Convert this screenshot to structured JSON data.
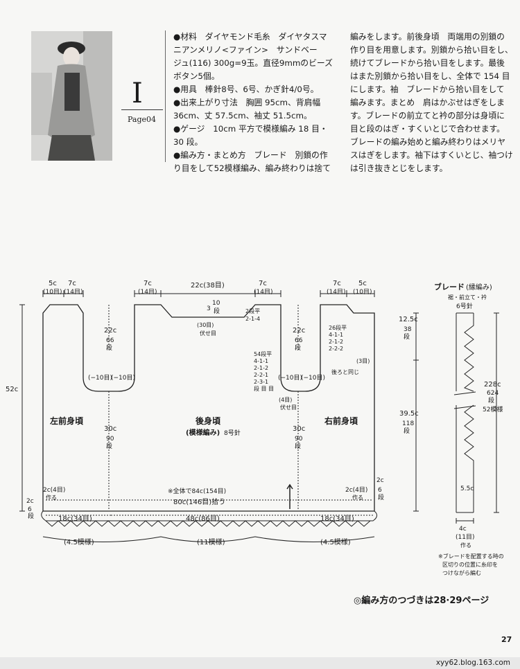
{
  "header": {
    "pattern_letter": "I",
    "page_ref": "Page04"
  },
  "text_col1": [
    "●材料　ダイヤモンド毛糸　ダイヤタスマ",
    "ニアンメリノ<ファイン>　サンドベー",
    "ジュ(116) 300g=9玉。直径9mmのビーズ",
    "ボタン5個。",
    "●用具　棒針8号、6号、かぎ針4/0号。",
    "●出来上がり寸法　胸囲 95cm、背肩幅",
    "36cm、丈 57.5cm、袖丈 51.5cm。",
    "●ゲージ　10cm 平方で模様編み 18 目・",
    "30 段。",
    "●編み方・まとめ方　ブレード　別鎖の作",
    "り目をして52模様編み、編み終わりは捨て"
  ],
  "text_col2": [
    "編みをします。前後身頃　両端用の別鎖の",
    "作り目を用意します。別鎖から拾い目をし、",
    "続けてブレードから拾い目をします。最後",
    "はまた別鎖から拾い目をし、全体で 154 目",
    "にします。袖　ブレードから拾い目をして",
    "編みます。まとめ　肩はかぶせはぎをしま",
    "す。ブレードの前立てと衿の部分は身頃に",
    "目と段のはぎ・すくいとじで合わせます。",
    "ブレードの編み始めと編み終わりはメリヤ",
    "スはぎをします。袖下はすくいとじ、袖つけ",
    "は引き抜きとじをします。"
  ],
  "diagram": {
    "top_dims": [
      {
        "cm": "5c",
        "st": "(10目)"
      },
      {
        "cm": "7c",
        "st": "(14目)"
      },
      {
        "cm": "7c",
        "st": "(14目)"
      },
      {
        "cm": "22c(38目)",
        "st": ""
      },
      {
        "cm": "7c",
        "st": "(14目)"
      },
      {
        "cm": "7c",
        "st": "(14目)"
      },
      {
        "cm": "5c",
        "st": "(10目)"
      }
    ],
    "labels": {
      "left_front": "左前身頃",
      "back": "後身頃",
      "back_sub": "(模様編み)",
      "needle8": "8号針",
      "right_front": "右前身頃",
      "height_52": "52c",
      "neck_3": "3",
      "neck_10": "10",
      "neck_dan": "段",
      "neck_30": "(30目)",
      "fuse": "伏せ目",
      "neck_dec_a": "2段平",
      "neck_dec_b": "2-1-4",
      "arm_22": "22c",
      "arm_66": "66",
      "arm_dan": "段",
      "minus10": "(−10目)",
      "armhole_rows": [
        "26段平",
        "4-1-1",
        "2-1-2",
        "2-2-2"
      ],
      "center_rows": [
        "54段平",
        "4-1-1",
        "2-1-2",
        "2-2-1",
        "2-3-1",
        "段 目 目"
      ],
      "ushiro_onaji": "後ろと同じ",
      "three_st": "(3目)",
      "four_st": "(4目)",
      "fuse2": "伏せ目",
      "body_30": "30c",
      "body_90": "90",
      "body_dan": "段",
      "zentai": "※全体で84c(154目)",
      "hiroi": "80c(146目)拾う",
      "two_c": "2c(4目)",
      "tsukuru": "作る",
      "two_c_r": "2c",
      "six_dan": "6",
      "side_2c": "2c",
      "side_6": "6",
      "bottom_18l": "18c(34目)",
      "bottom_48": "48c(86目)",
      "bottom_18r": "18c(34目)",
      "pat_l": "(4.5模様)",
      "pat_c": "(11模様)",
      "pat_r": "(4.5模様)",
      "r_12_5": "12.5c",
      "r_38": "38",
      "r_dan": "段",
      "r_39_5": "39.5c",
      "r_118": "118",
      "r_dan2": "段"
    },
    "braid": {
      "title": "ブレード",
      "title_sub": "(縁編み)",
      "sub1": "裾・前立て・衿",
      "sub2": "6号針",
      "len_cm": "228c",
      "len_rows": "624",
      "len_dan": "段",
      "len_pat": "52模様",
      "w55": "5.5c",
      "w4": "4c",
      "w11": "(11目)",
      "tsukuru": "作る",
      "note": [
        "※ブレードを配置する時の",
        "区切りの位置に糸印を",
        "つけながら編む"
      ]
    }
  },
  "footer": {
    "continued": "◎編み方のつづきは28·29ページ",
    "page_number": "27",
    "credit": "xyy62.blog.163.com"
  }
}
